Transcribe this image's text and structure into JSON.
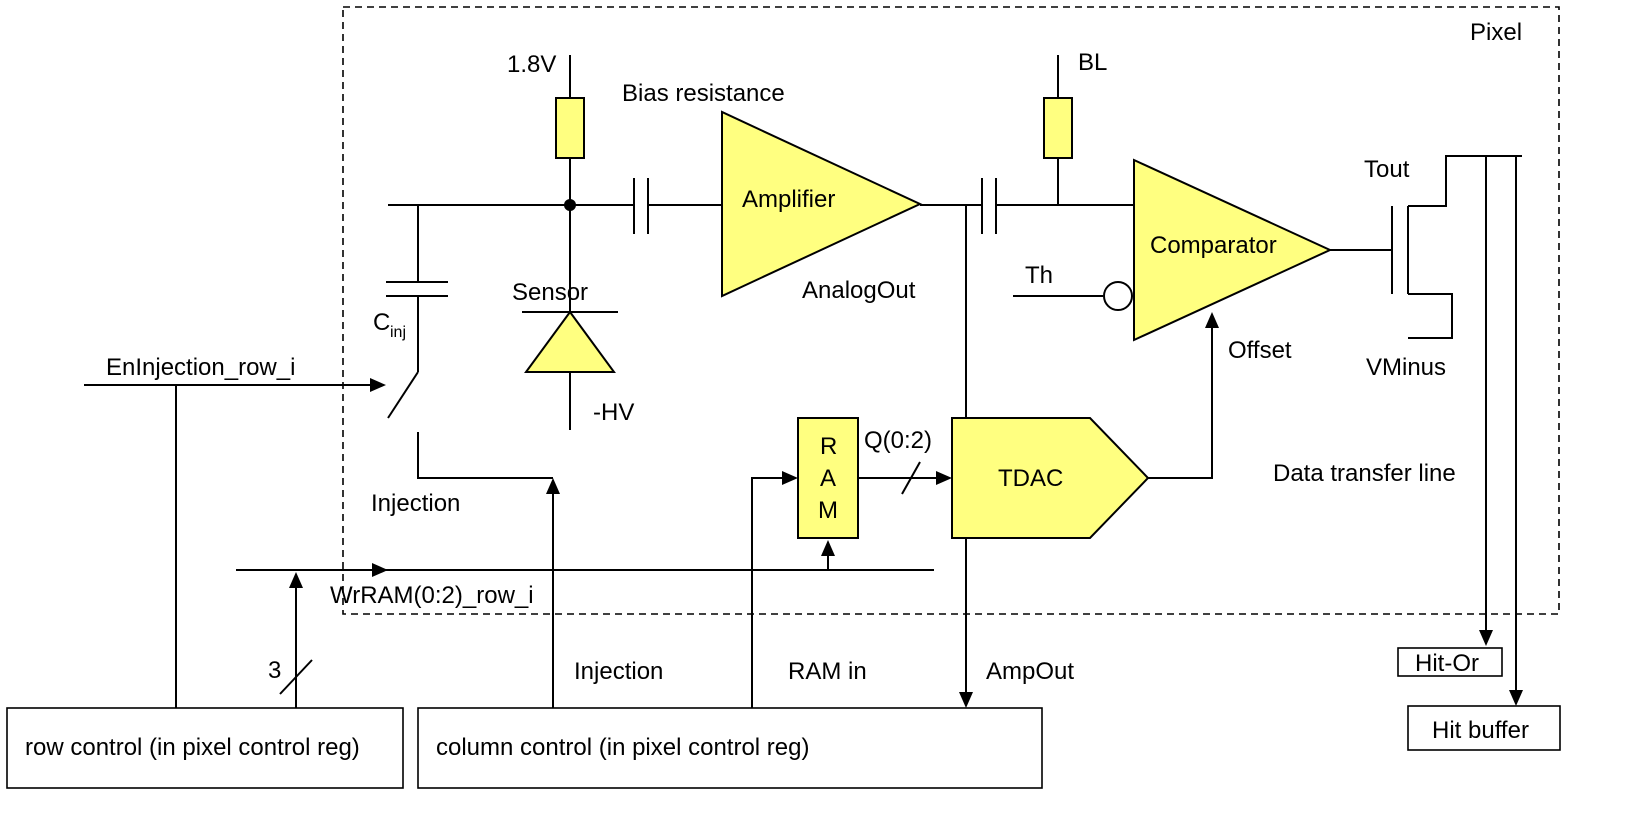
{
  "labels": {
    "pixel": "Pixel",
    "v18": "1.8V",
    "bias_resistance": "Bias resistance",
    "bl": "BL",
    "amplifier": "Amplifier",
    "comparator": "Comparator",
    "tout": "Tout",
    "th": "Th",
    "analog_out": "AnalogOut",
    "sensor": "Sensor",
    "c_inj_main": "C",
    "c_inj_sub": "inj",
    "hv": "-HV",
    "offset": "Offset",
    "vminus": "VMinus",
    "en_injection": "EnInjection_row_i",
    "ram_r": "R",
    "ram_a": "A",
    "ram_m": "M",
    "q02": "Q(0:2)",
    "tdac": "TDAC",
    "data_transfer": "Data transfer line",
    "injection_inner": "Injection",
    "wrram": "WrRAM(0:2)_row_i",
    "three": "3",
    "injection_col": "Injection",
    "ram_in": "RAM in",
    "amp_out": "AmpOut",
    "hit_or": "Hit-Or",
    "hit_buffer": "Hit buffer",
    "row_control": "row control (in pixel control reg)",
    "column_control": "column control (in pixel control reg)"
  },
  "colors": {
    "component_fill": "#FFFF80",
    "line": "#000000"
  }
}
